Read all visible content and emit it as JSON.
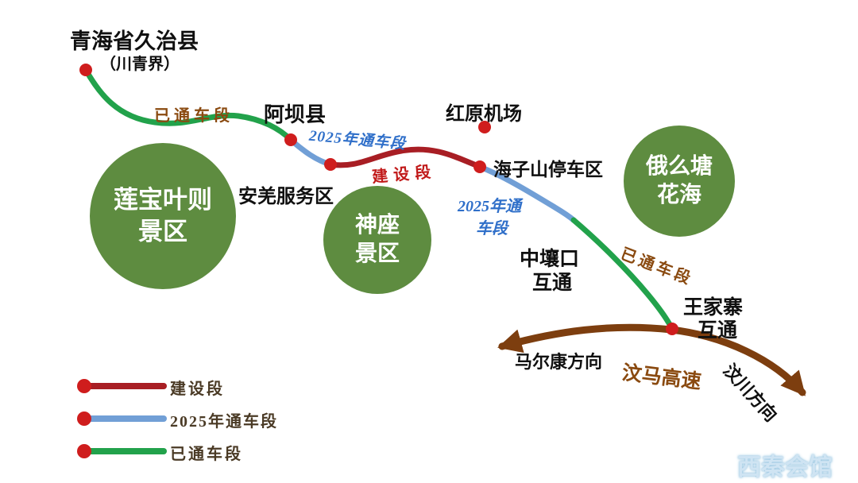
{
  "colors": {
    "opened_line": "#22a24b",
    "open2025_line": "#719fd6",
    "construction_line": "#a81e24",
    "expressway": "#7d3e0f",
    "node_dot": "#cf1d1d",
    "area_fill": "#5e8c40",
    "opened_label": "#8a4a10",
    "open2025_label": "#2f6fc9",
    "construction_label": "#c11a1a",
    "legend_text": "#4a3a25"
  },
  "places": {
    "start_title": "青海省久治县",
    "start_sub": "（川青界）",
    "aba_county": "阿坝县",
    "anqiang_service_area": "安羌服务区",
    "hongyuan_airport": "红原机场",
    "haizishan_parking": "海子山停车区",
    "zhongrangkou_line1": "中壤口",
    "zhongrangkou_line2": "互通",
    "wangjiazhai_line1": "王家寨",
    "wangjiazhai_line2": "互通",
    "maerkang_direction": "马尔康方向",
    "wenchuan_direction": "汶川方向",
    "wenma_expressway": "汶马高速"
  },
  "segment_labels": {
    "opened_west": "已通车段",
    "open2025_west": "2025年通车段",
    "construction": "建设段",
    "open2025_east_line1": "2025年通",
    "open2025_east_line2": "车段",
    "opened_east": "已通车段"
  },
  "scenic_areas": {
    "lianbaoyeze_line1": "莲宝叶则",
    "lianbaoyeze_line2": "景区",
    "shenzuo_line1": "神座",
    "shenzuo_line2": "景区",
    "emotang_line1": "俄么塘",
    "emotang_line2": "花海"
  },
  "legend": {
    "construction": "建设段",
    "open_2025": "2025年通车段",
    "opened": "已通车段"
  },
  "watermark": "西秦会馆"
}
